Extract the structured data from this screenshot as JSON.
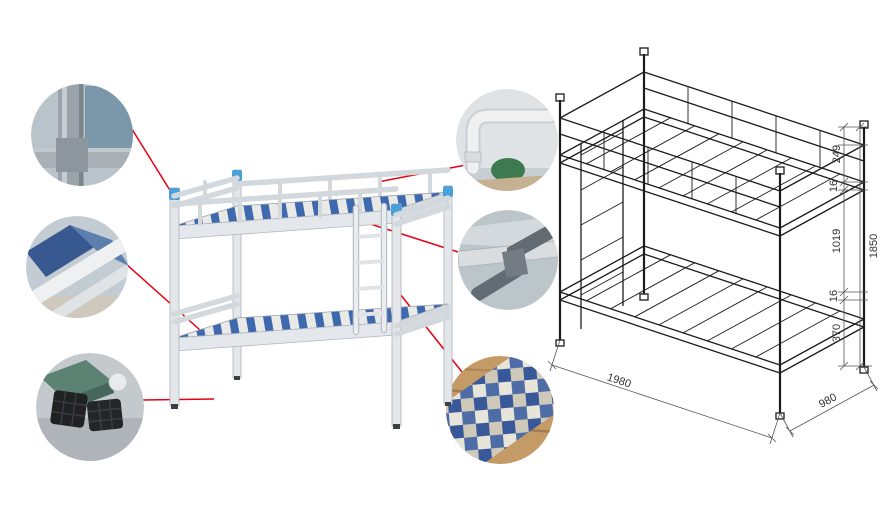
{
  "figure": {
    "type": "bunk-bed-product-specification"
  },
  "colors": {
    "callout_line": "#e60012",
    "cap_blue": "#4aa0d8",
    "slat_blue": "#3f69ae",
    "slat_white": "#e9e9e7",
    "frame_light": "#e3e7ea",
    "drawing_line": "#1c1c1c",
    "dimension_line": "#555555"
  },
  "callouts": {
    "items": [
      {
        "name": "frame-corner-joint-photo"
      },
      {
        "name": "bed-corner-slats-photo"
      },
      {
        "name": "plastic-foot-pads-photo"
      },
      {
        "name": "guardrail-bend-photo"
      },
      {
        "name": "frame-connector-photo"
      },
      {
        "name": "wood-slat-weave-photo"
      }
    ]
  },
  "drawing": {
    "dims": {
      "top_rail": "249",
      "tube_upper": "16",
      "bunk_gap": "1019",
      "overall_height": "1850",
      "tube_lower": "16",
      "bottom_clearance": "370",
      "length": "1980",
      "width": "980"
    }
  }
}
